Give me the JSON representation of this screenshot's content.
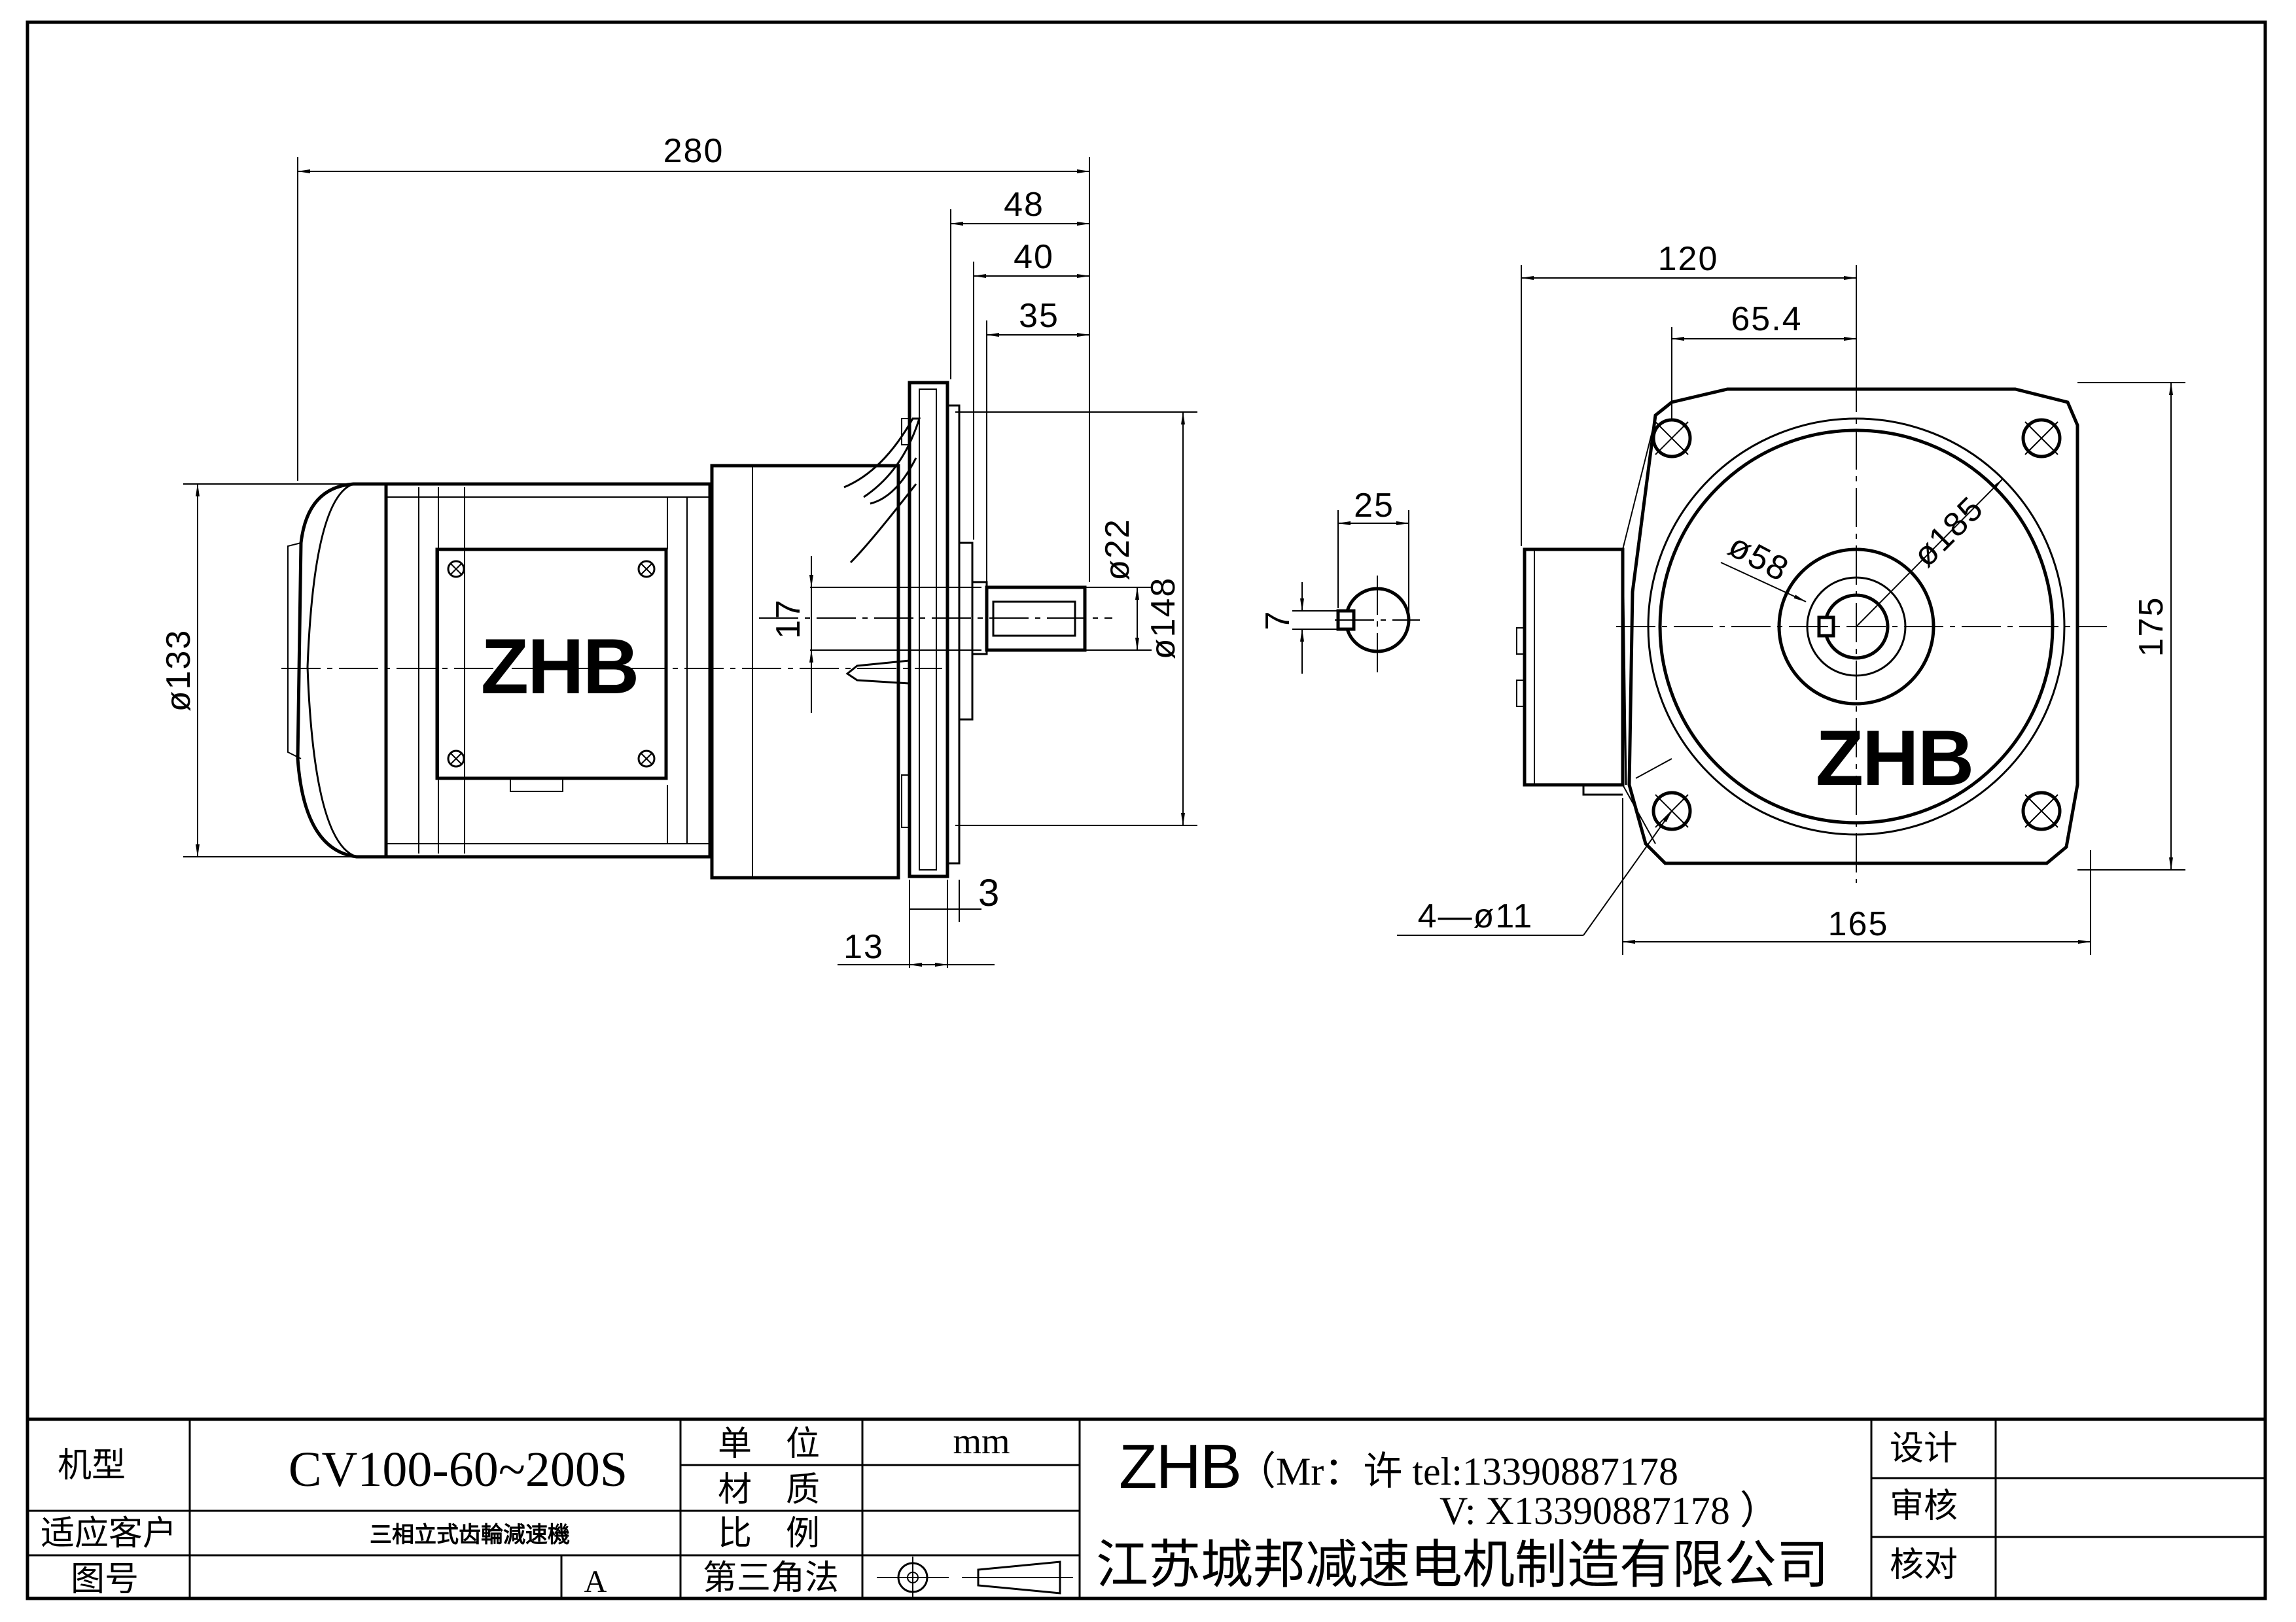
{
  "dimensions": {
    "d280": "280",
    "d48": "48",
    "d40": "40",
    "d35": "35",
    "d133": "ø133",
    "d17": "17",
    "d22": "ø22",
    "d148": "ø148",
    "d3": "3",
    "d13": "13",
    "d25": "25",
    "d7": "7",
    "d120": "120",
    "d65_4": "65.4",
    "d58": "ø58",
    "d185": "ø185",
    "d175": "175",
    "d165": "165",
    "d4_11": "4—ø11"
  },
  "logo_side": "ZHB",
  "logo_front": "ZHB",
  "title_block": {
    "model_label": "机型",
    "model_value": "CV100-60~200S",
    "customer_label": "适应客户",
    "product_name": "三相立式齿輪減速機",
    "drawing_no_label": "图号",
    "drawing_no_value": "A",
    "unit_label": "单　位",
    "unit_value": "mm",
    "material_label": "材　质",
    "scale_label": "比　例",
    "projection_label": "第三角法",
    "brand": "ZHB",
    "contact_line1": "（Mr：许 tel:13390887178",
    "contact_line2": "V: X13390887178 ）",
    "company": "江苏城邦减速电机制造有限公司",
    "design_label": "设计",
    "review_label": "审核",
    "check_label": "核对"
  }
}
